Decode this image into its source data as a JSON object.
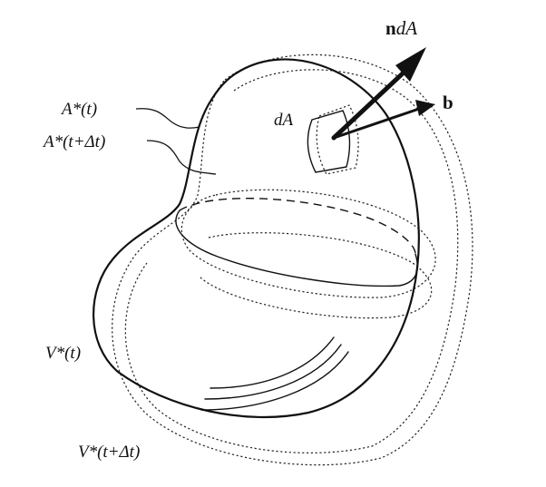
{
  "labels": {
    "A_t": "A*(t)",
    "A_t_dt": "A*(t+Δt)",
    "V_t": "V*(t)",
    "V_t_dt": "V*(t+Δt)",
    "dA": "dA",
    "b": "b",
    "ndA_bold": "n",
    "ndA_ital": "dA"
  }
}
